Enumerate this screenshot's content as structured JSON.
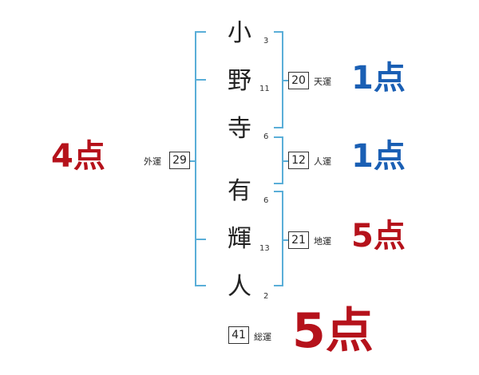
{
  "name": {
    "chars": [
      "小",
      "野",
      "寺",
      "有",
      "輝",
      "人"
    ],
    "strokes": [
      "3",
      "11",
      "6",
      "6",
      "13",
      "2"
    ]
  },
  "fortunes": {
    "gaiun": {
      "label": "外運",
      "value": "29",
      "score": "4点"
    },
    "tenun": {
      "label": "天運",
      "value": "20",
      "score": "1点"
    },
    "jinun": {
      "label": "人運",
      "value": "12",
      "score": "1点"
    },
    "chiun": {
      "label": "地運",
      "value": "21",
      "score": "5点"
    },
    "souun": {
      "label": "総運",
      "value": "41",
      "score": "5点"
    }
  },
  "colors": {
    "bracket": "#5aaed8",
    "good_score": "#1a5fb4",
    "bad_score": "#b5121b"
  }
}
